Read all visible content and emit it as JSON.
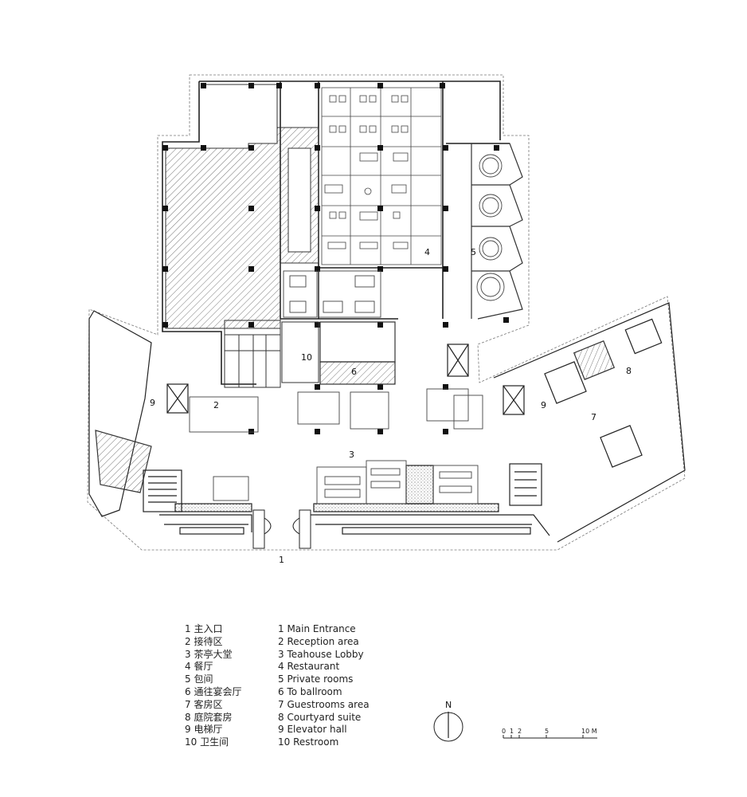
{
  "room_labels": {
    "l1": "1",
    "l2": "2",
    "l3": "3",
    "l4": "4",
    "l5": "5",
    "l6": "6",
    "l7": "7",
    "l8": "8",
    "l9a": "9",
    "l9b": "9",
    "l10": "10"
  },
  "legend_cn": [
    "1 主入口",
    "2 接待区",
    "3 茶亭大堂",
    "4 餐厅",
    "5 包间",
    "6 通往宴会厅",
    "7 客房区",
    "8 庭院套房",
    "9 电梯厅",
    "10 卫生间"
  ],
  "legend_en": [
    "1 Main Entrance",
    "2 Reception area",
    "3 Teahouse Lobby",
    "4 Restaurant",
    "5 Private rooms",
    "6 To ballroom",
    "7 Guestrooms area",
    "8 Courtyard suite",
    "9 Elevator hall",
    "10 Restroom"
  ],
  "north": "N",
  "scale": {
    "ticks": [
      "0",
      "1",
      "2",
      "5",
      "10 M"
    ]
  }
}
